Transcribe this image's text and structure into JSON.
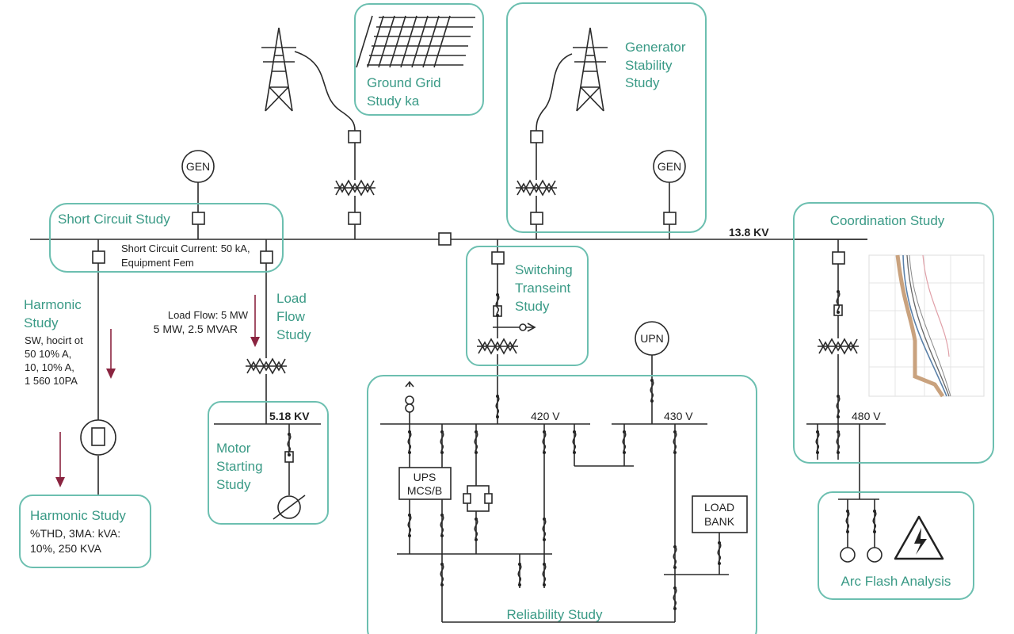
{
  "colors": {
    "accent": "#3a9a86",
    "box_border": "#6cbfb0",
    "arrow": "#8a2440",
    "line": "#2a2a2a"
  },
  "ground_grid": {
    "line1": "Ground Grid",
    "line2": "Study ka"
  },
  "generator_stability": {
    "line1": "Generator",
    "line2": "Stability",
    "line3": "Study"
  },
  "gen_labels": [
    "GEN",
    "GEN"
  ],
  "main_bus_voltage": "13.8 KV",
  "short_circuit": {
    "title": "Short Circuit Study",
    "line1": "Short Circuit Current: 50 kA,",
    "line2": "Equipment Fem"
  },
  "harmonic_side": {
    "line1": "Harmonic",
    "line2": "Study",
    "values": [
      "SW, hocirt ot",
      "50 10% A,",
      "10, 10% A,",
      "1 560 10PA"
    ]
  },
  "load_flow": {
    "line1": "Load",
    "line2": "Flow",
    "line3": "Study",
    "value1": "Load Flow: 5 MW",
    "value2": "5 MW, 2.5 MVAR"
  },
  "switching": {
    "line1": "Switching",
    "line2": "Transeint",
    "line3": "Study"
  },
  "upn_label": "UPN",
  "coordination": {
    "title": "Coordination Study",
    "bus_voltage": "480 V"
  },
  "motor": {
    "bus_voltage": "5.18 KV",
    "line1": "Motor",
    "line2": "Starting",
    "line3": "Study"
  },
  "harmonic_box": {
    "title": "Harmonic Study",
    "line1": "%THD, 3MA: kVA:",
    "line2": "10%, 250 KVA"
  },
  "reliability": {
    "title": "Reliability Study",
    "bus1_voltage": "420 V",
    "bus2_voltage": "430 V",
    "ups_line1": "UPS",
    "ups_line2": "MCS/B",
    "loadbank_line1": "LOAD",
    "loadbank_line2": "BANK"
  },
  "arc_flash": {
    "title": "Arc Flash Analysis",
    "icon": "high-voltage-warning-icon"
  }
}
